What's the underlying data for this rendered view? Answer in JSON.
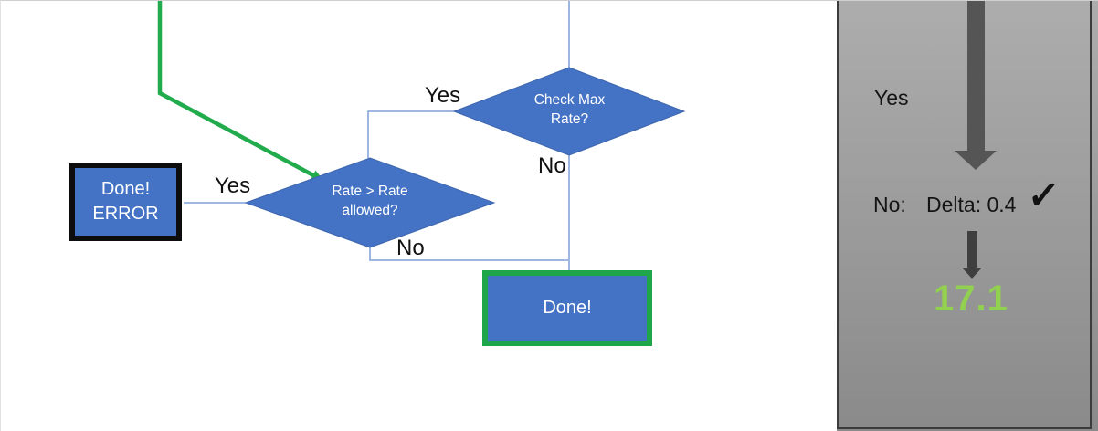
{
  "theme": {
    "accent_blue": "#4472C4",
    "diamond_border": "#3E66AE",
    "connector_blue": "#7F9FD8",
    "flow_green": "#22AB4D",
    "done_green": "#1FA64B",
    "box_black": "#0D0D0D",
    "arrow_gray": "#555555",
    "arrow_dark": "#3F3F3F",
    "panel_top": "#ADADAD",
    "panel_bottom": "#8A8A8A",
    "panel_border": "#3C3C3C",
    "value_green": "#92D050"
  },
  "flowchart": {
    "decision_check_max": {
      "line1": "Check Max",
      "line2": "Rate?"
    },
    "decision_rate_allowed": {
      "line1": "Rate > Rate",
      "line2": "allowed?"
    },
    "done_error_box": {
      "line1": "Done!",
      "line2": "ERROR"
    },
    "done_box": {
      "label": "Done!"
    },
    "labels": {
      "check_max_yes": "Yes",
      "check_max_no": "No",
      "rate_yes": "Yes",
      "rate_no": "No"
    }
  },
  "side_panel": {
    "yes_label": "Yes",
    "no_label": "No:",
    "delta_label": "Delta: 0.4",
    "checkmark": "✓",
    "result_value": "17.1"
  }
}
